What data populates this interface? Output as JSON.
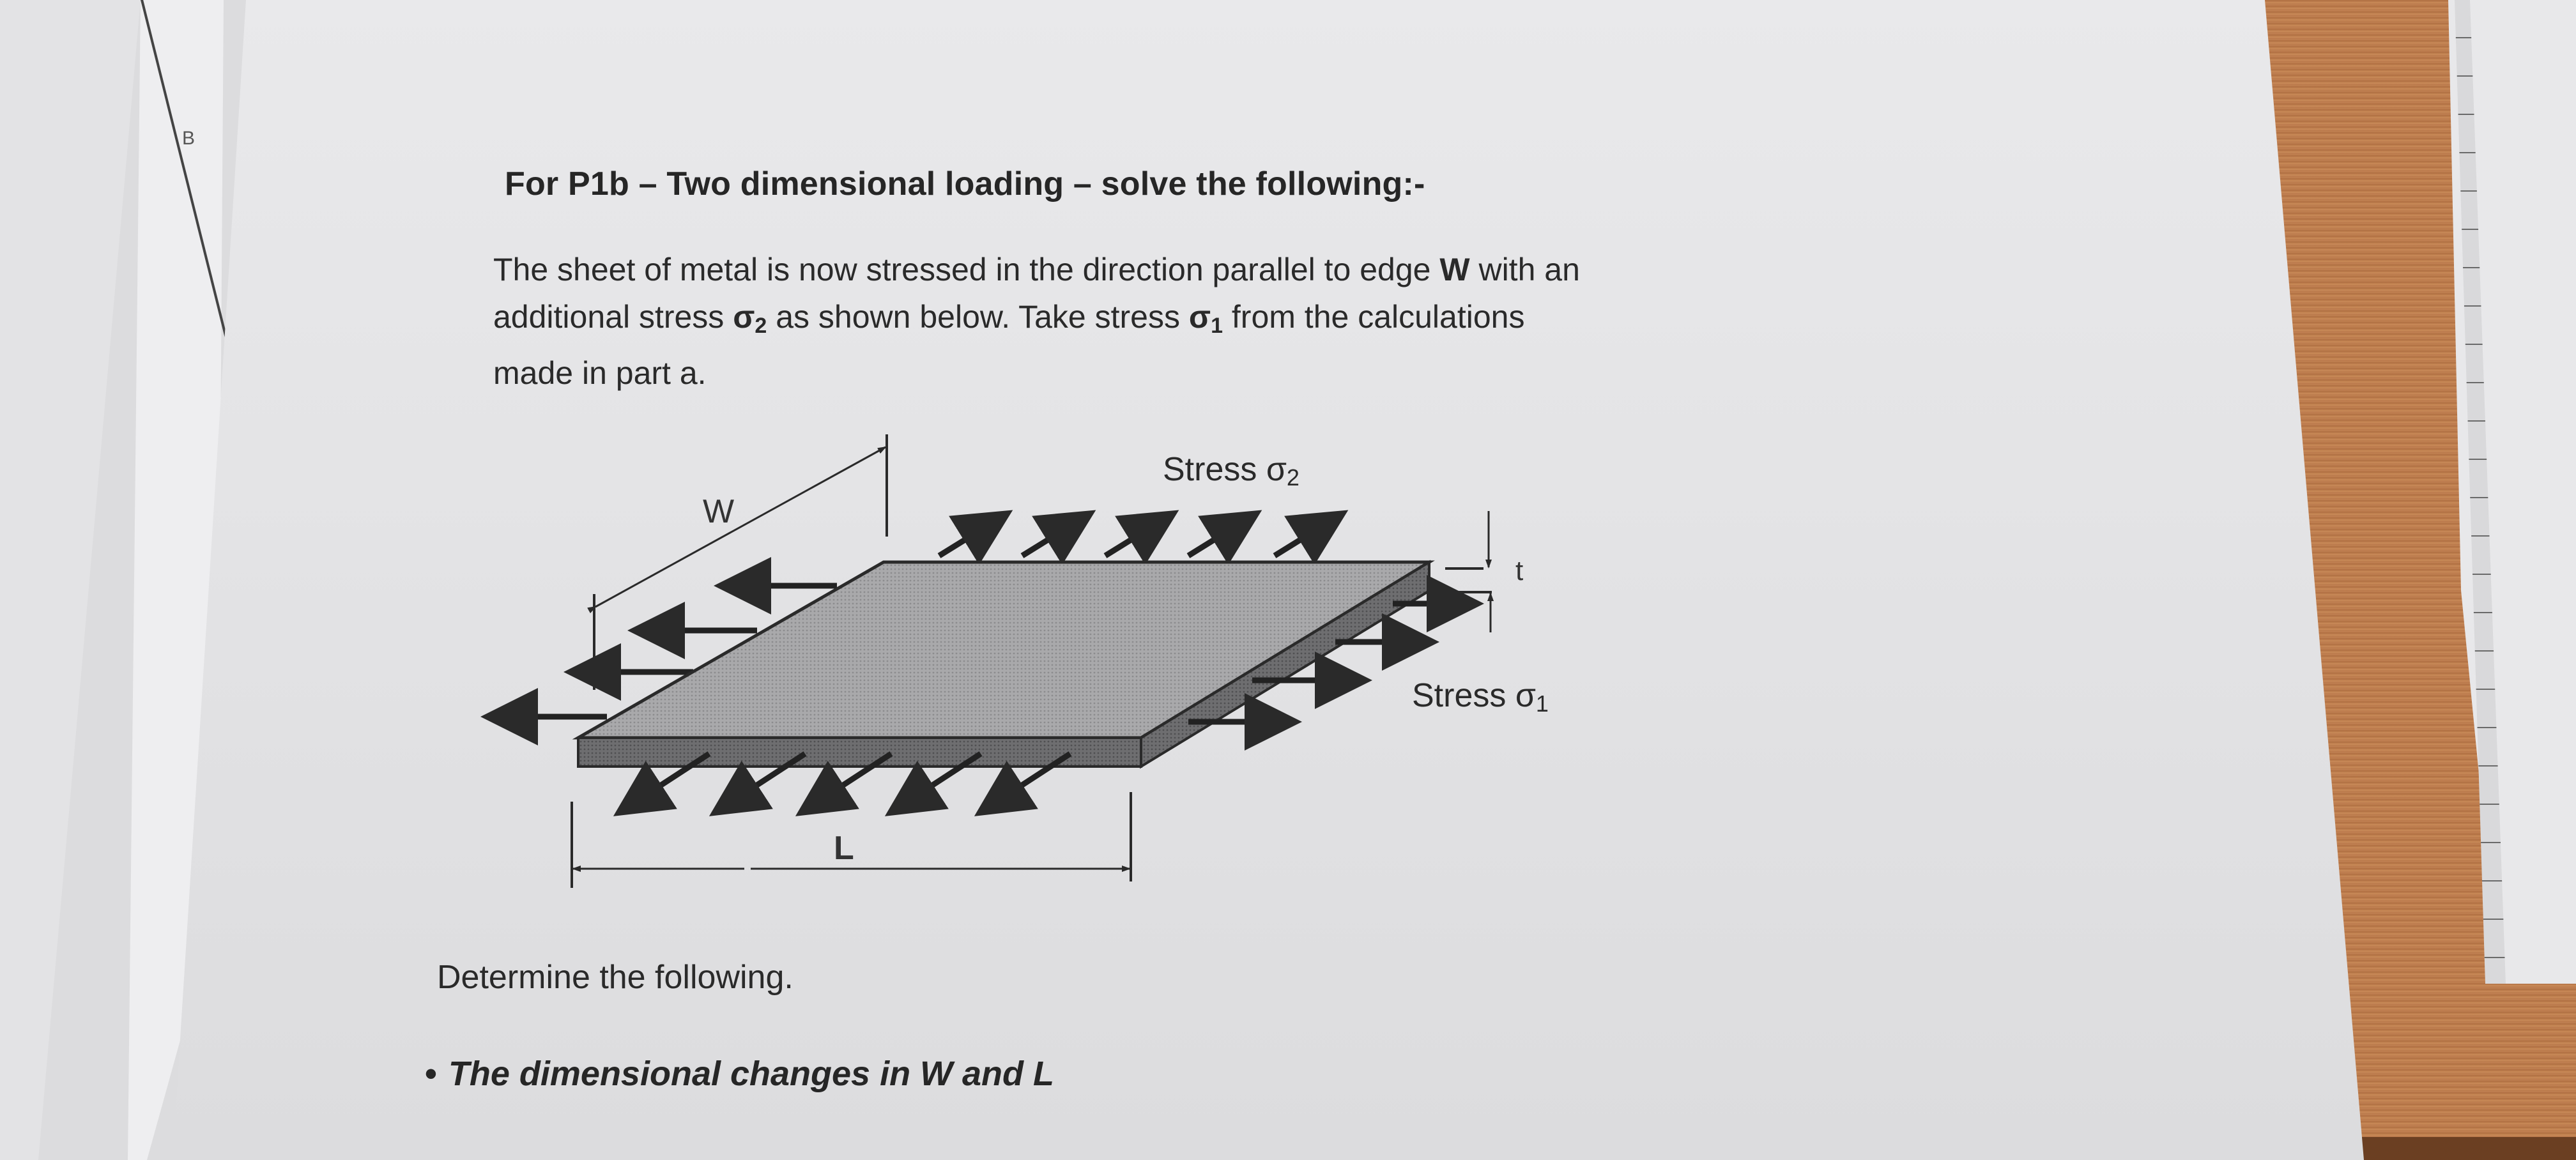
{
  "document": {
    "page_marker": "B",
    "heading": "For P1b – Two dimensional loading – solve the following:-",
    "body": {
      "line1_prefix": "The sheet of metal is now stressed in the direction parallel to edge ",
      "line1_bold": "W",
      "line1_suffix": " with an",
      "line2_prefix": "additional stress ",
      "sigma2_symbol": "σ",
      "sigma2_sub": "2",
      "line2_middle": " as shown below. Take stress ",
      "sigma1_symbol": "σ",
      "sigma1_sub": "1",
      "line2_suffix": " from the calculations",
      "line3": "made in part a."
    },
    "diagram": {
      "label_stress2": "Stress σ",
      "label_stress2_sub": "2",
      "label_stress1": "Stress σ",
      "label_stress1_sub": "1",
      "label_width": "W",
      "label_length": "L",
      "label_thickness": "t"
    },
    "determine": "Determine the following.",
    "bullets": [
      {
        "marker": "•",
        "text": "The dimensional changes in W and L"
      }
    ]
  }
}
